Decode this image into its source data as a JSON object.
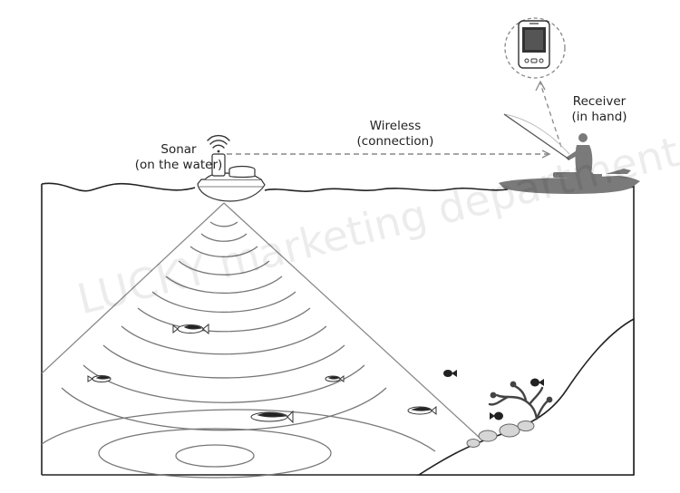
{
  "labels": {
    "sonar_title": "Sonar",
    "sonar_sub": "(on the water)",
    "wireless_title": "Wireless",
    "wireless_sub": "(connection)",
    "receiver_title": "Receiver",
    "receiver_sub": "(in hand)"
  },
  "watermark": "LUCKY marketing department",
  "colors": {
    "line": "#888888",
    "dark": "#222222",
    "boat_silhouette": "#7a7a7a",
    "rock": "#d6d6d6"
  }
}
